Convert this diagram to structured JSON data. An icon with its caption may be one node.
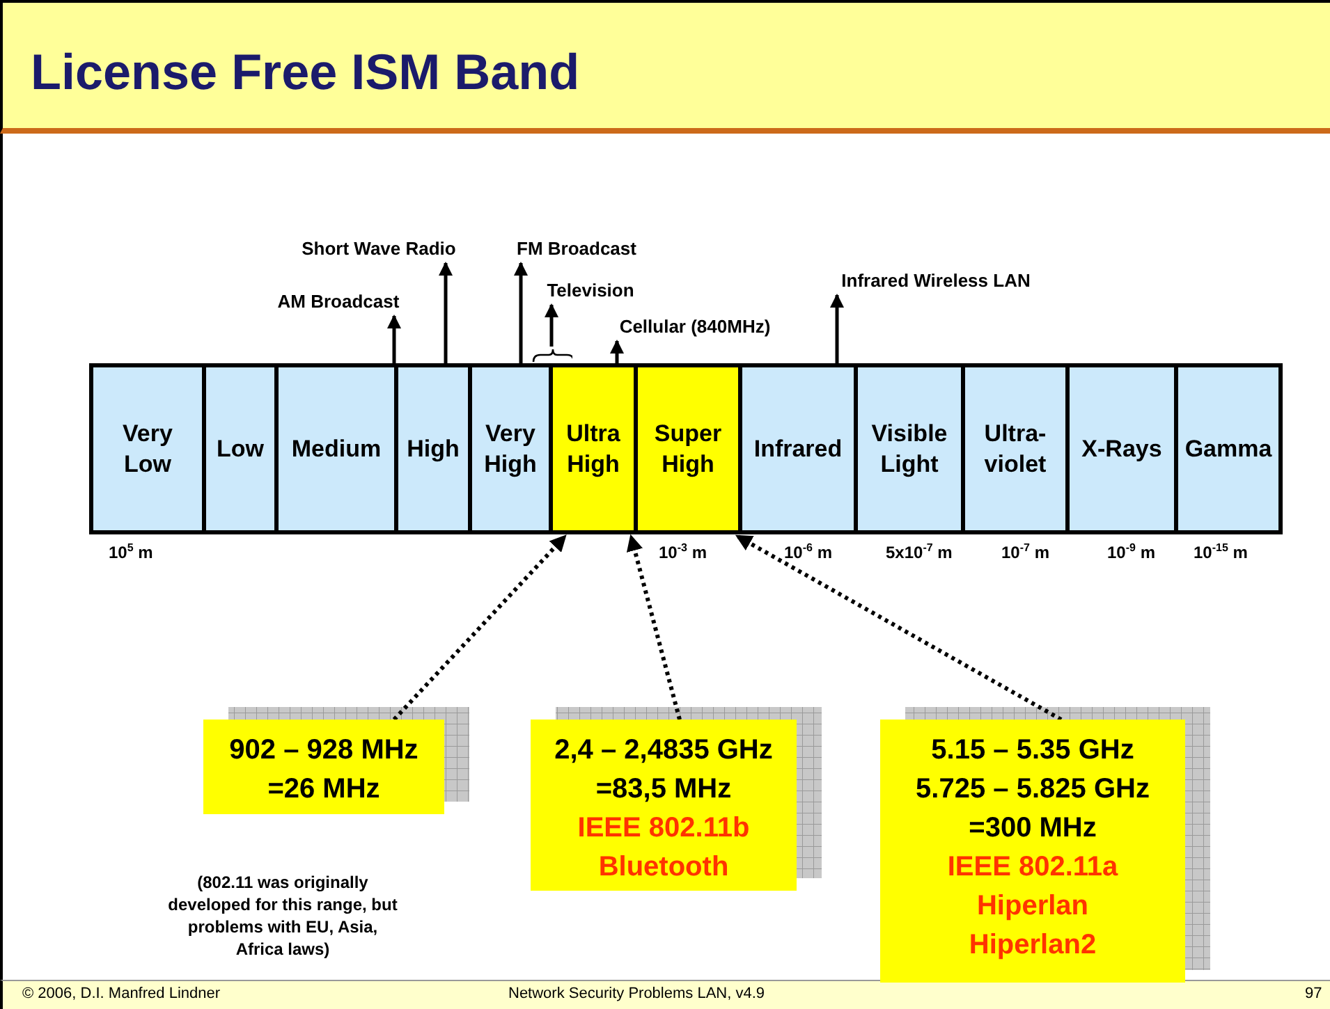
{
  "diagram": {
    "title": "License Free ISM Band",
    "nodes": [
      {
        "text": [
          "Very Low"
        ]
      },
      {
        "text": [
          "Low"
        ]
      },
      {
        "text": [
          "Medium"
        ]
      },
      {
        "text": [
          "High"
        ]
      },
      {
        "text": [
          "Very High"
        ]
      },
      {
        "text": [
          "Ultra High"
        ]
      },
      {
        "text": [
          "Super High"
        ]
      },
      {
        "text": [
          "Infrared"
        ]
      },
      {
        "text": [
          "Visible Light"
        ]
      },
      {
        "text": [
          "Ultra-violet"
        ]
      },
      {
        "text": [
          "X-Rays"
        ]
      },
      {
        "text": [
          "Gamma"
        ]
      },
      {
        "text": [
          "AM Broadcast"
        ]
      },
      {
        "text": [
          "Short Wave Radio"
        ]
      },
      {
        "text": [
          "FM Broadcast"
        ]
      },
      {
        "text": [
          "Television"
        ]
      },
      {
        "text": [
          "Cellular (840MHz)"
        ]
      },
      {
        "text": [
          "Infrared Wireless LAN"
        ]
      },
      {
        "text": [
          "902 – 928 MHz",
          "=26 MHz"
        ]
      },
      {
        "text": [
          "2,4 – 2,4835 GHz",
          "=83,5 MHz",
          "IEEE 802.11b",
          "Bluetooth"
        ]
      },
      {
        "text": [
          "5.15 – 5.35 GHz",
          "5.725 – 5.825 GHz",
          "=300 MHz",
          "IEEE 802.11a",
          "Hiperlan",
          "Hiperlan2"
        ]
      },
      {
        "text": [],
        "shape": "brace"
      }
    ],
    "edges": [
      {
        "from": 3,
        "to": 12,
        "arrow": "to"
      },
      {
        "from": 3,
        "to": 13,
        "arrow": "to"
      },
      {
        "from": 4,
        "to": 14,
        "arrow": "to"
      },
      {
        "from": 21,
        "to": 15,
        "arrow": "to"
      },
      {
        "from": 5,
        "to": 16,
        "arrow": "to"
      },
      {
        "from": 7,
        "to": 17,
        "arrow": "to"
      },
      {
        "from": 18,
        "to": 5,
        "arrow": "to",
        "style": "dashed"
      },
      {
        "from": 19,
        "to": 5,
        "arrow": "to",
        "style": "dashed"
      },
      {
        "from": 20,
        "to": 6,
        "arrow": "to",
        "style": "dashed"
      }
    ],
    "labels": [
      "10$^{5}$ m",
      "10$^{-3}$ m",
      "10$^{-6}$ m",
      "5x10$^{-7}$ m",
      "10$^{-7}$ m",
      "10$^{-9}$ m",
      "10$^{-15}$ m",
      "(802.11 was originally developed for this range, but problems with EU, Asia, Africa laws)",
      "© 2006, D.I. Manfred Lindner",
      "Network Security Problems LAN, v4.9",
      "97"
    ]
  }
}
